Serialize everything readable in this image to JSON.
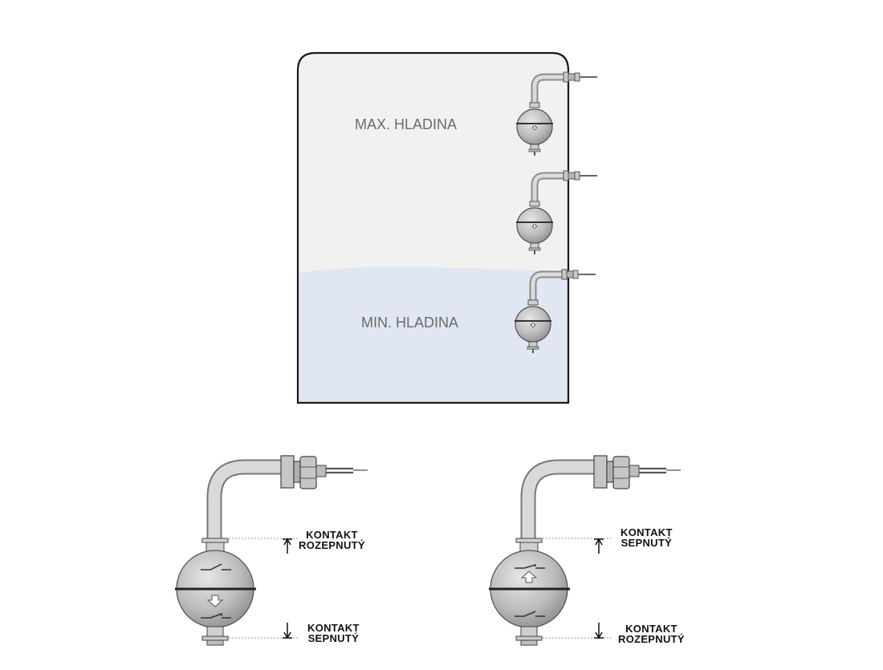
{
  "tank": {
    "max_label": "MAX. HLADINA",
    "min_label": "MIN. HLADINA",
    "colors": {
      "air": "#f1f1ef",
      "water": "#e0e6f2",
      "wall": "#1a1a1a",
      "steel": "#c9c9c9"
    }
  },
  "detail_left": {
    "upper_label": [
      "KONTAKT",
      "ROZEPNUTÝ"
    ],
    "lower_label": [
      "KONTAKT",
      "SEPNUTÝ"
    ],
    "arrow_direction": "down"
  },
  "detail_right": {
    "upper_label": [
      "KONTAKT",
      "SEPNUTÝ"
    ],
    "lower_label": [
      "KONTAKT",
      "ROZEPNUTÝ"
    ],
    "arrow_direction": "up"
  }
}
